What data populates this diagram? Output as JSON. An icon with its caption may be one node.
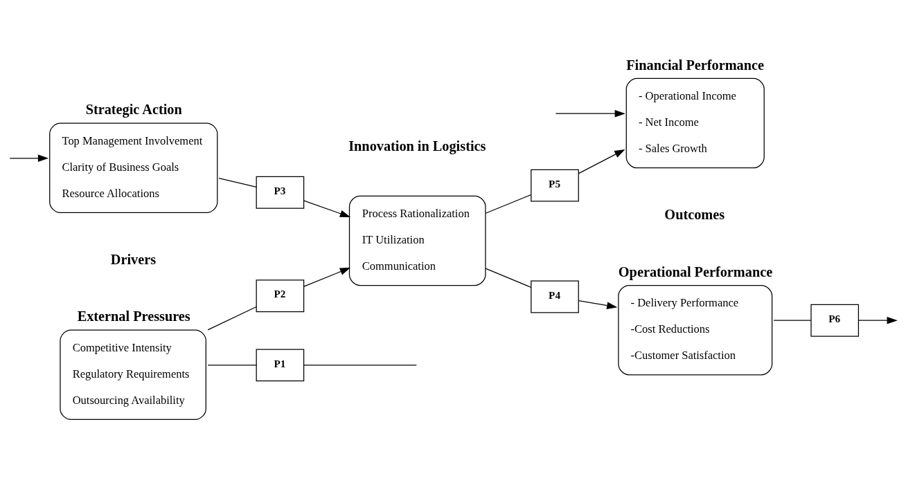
{
  "diagram": {
    "nodes": [
      {
        "text": [
          "External Pressures",
          "Competitive Intensity",
          "Regulatory Requirements",
          "Outsourcing Availability"
        ]
      },
      {
        "text": [
          "Strategic Action",
          "Top Management Involvement",
          "Clarity of Business Goals",
          "Resource Allocations"
        ]
      },
      {
        "text": [
          "Process Rationalization",
          "IT Utilization",
          "Communication"
        ]
      },
      {
        "text": [
          "Operational Performance",
          "- Delivery Performance",
          "-Cost Reductions",
          "-Customer Satisfaction"
        ]
      },
      {
        "text": [
          "Financial Performance",
          "- Operational Income",
          "- Net Income",
          "- Sales Growth"
        ]
      },
      {
        "text": [
          "P1"
        ]
      },
      {
        "text": [
          "P2"
        ]
      },
      {
        "text": [
          "P3"
        ]
      },
      {
        "text": [
          "P4"
        ]
      },
      {
        "text": [
          "P5"
        ]
      },
      {
        "text": [
          "P6"
        ]
      }
    ],
    "edges": [
      {
        "from": 0,
        "to": 5,
        "arrow": "none"
      },
      {
        "from": 5,
        "to": null,
        "arrow": "none"
      },
      {
        "from": null,
        "to": 1,
        "arrow": "to"
      },
      {
        "from": 0,
        "to": 6,
        "arrow": "none"
      },
      {
        "from": 6,
        "to": 2,
        "arrow": "to"
      },
      {
        "from": 1,
        "to": 7,
        "arrow": "none"
      },
      {
        "from": 7,
        "to": 2,
        "arrow": "to"
      },
      {
        "from": 2,
        "to": 8,
        "arrow": "none"
      },
      {
        "from": 8,
        "to": 3,
        "arrow": "to"
      },
      {
        "from": 2,
        "to": 9,
        "arrow": "none"
      },
      {
        "from": 9,
        "to": 4,
        "arrow": "to"
      },
      {
        "from": 3,
        "to": 10,
        "arrow": "none"
      },
      {
        "from": 10,
        "to": null,
        "arrow": "to"
      },
      {
        "from": null,
        "to": 4,
        "arrow": "to"
      }
    ],
    "labels": [
      "Drivers",
      "Innovation in Logistics",
      "Outcomes"
    ]
  }
}
